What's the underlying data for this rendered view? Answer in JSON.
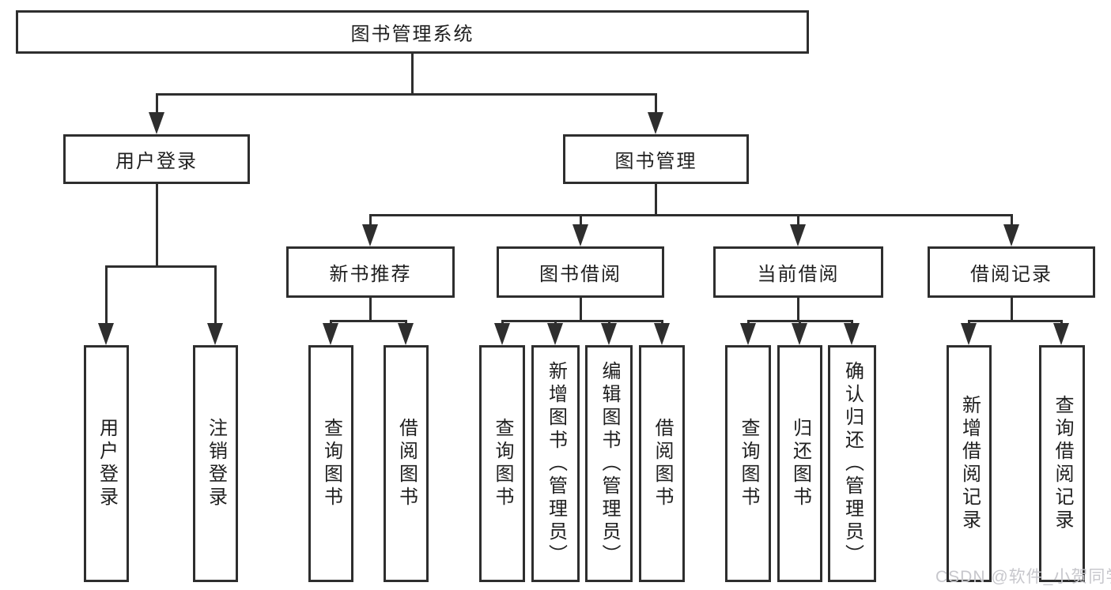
{
  "diagram": {
    "root": {
      "label": "图书管理系统"
    },
    "level2": [
      {
        "label": "用户登录"
      },
      {
        "label": "图书管理"
      }
    ],
    "level3": [
      {
        "label": "新书推荐"
      },
      {
        "label": "图书借阅"
      },
      {
        "label": "当前借阅"
      },
      {
        "label": "借阅记录"
      }
    ],
    "leaves": {
      "user_login": [
        "用户登录",
        "注销登录"
      ],
      "new_book": [
        "查询图书",
        "借阅图书"
      ],
      "borrow": [
        "查询图书",
        "新增图书（管理员）",
        "编辑图书（管理员）",
        "借阅图书"
      ],
      "current": [
        "查询图书",
        "归还图书",
        "确认归还（管理员）"
      ],
      "records": [
        "新增借阅记录",
        "查询借阅记录"
      ]
    },
    "colors": {
      "line": "#2e2e2e",
      "text": "#1f1f1f",
      "box_background": "#ffffff",
      "page_background": "#ffffff",
      "watermark": "#c7c7cc"
    }
  },
  "watermark": {
    "text": "CSDN @软件_小贺同学"
  }
}
